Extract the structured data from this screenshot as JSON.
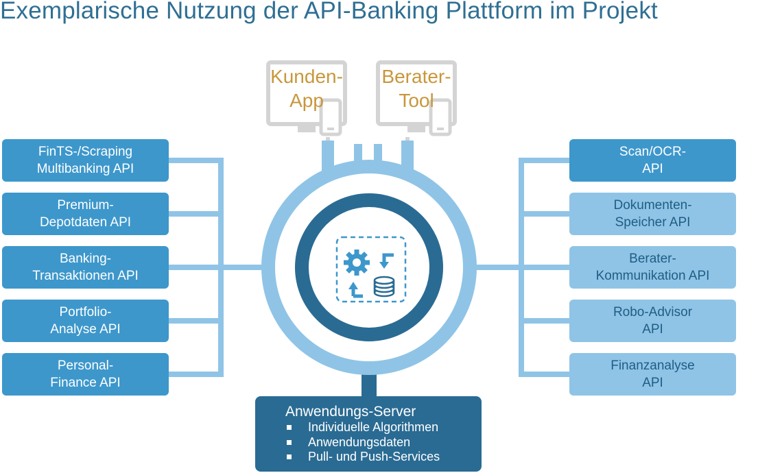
{
  "title": "Exemplarische Nutzung der API-Banking Plattform im Projekt",
  "clients": [
    {
      "line1": "Kunden-",
      "line2": "App",
      "icon": "monitor-phone-icon"
    },
    {
      "line1": "Berater-",
      "line2": "Tool",
      "icon": "monitor-phone-icon"
    }
  ],
  "left_apis": [
    {
      "line1": "FinTS-/Scraping",
      "line2": "Multibanking API"
    },
    {
      "line1": "Premium-",
      "line2": "Depotdaten API"
    },
    {
      "line1": "Banking-",
      "line2": "Transaktionen API"
    },
    {
      "line1": "Portfolio-",
      "line2": "Analyse API"
    },
    {
      "line1": "Personal-",
      "line2": "Finance API"
    }
  ],
  "right_apis": [
    {
      "line1": "Scan/OCR-",
      "line2": "API"
    },
    {
      "line1": "Dokumenten-",
      "line2": "Speicher API"
    },
    {
      "line1": "Berater-",
      "line2": "Kommunikation API"
    },
    {
      "line1": "Robo-Advisor",
      "line2": "API"
    },
    {
      "line1": "Finanzanalyse",
      "line2": "API"
    }
  ],
  "hub": {
    "icon": "gear-database-sync-icon"
  },
  "server": {
    "title": "Anwendungs-Server",
    "items": [
      "Individuelle Algorithmen",
      "Anwendungsdaten",
      "Pull- und Push-Services"
    ]
  },
  "colors": {
    "title": "#2f6f93",
    "dark_blue": "#2a6b93",
    "mid_blue": "#3d97cb",
    "light_blue": "#8fc4e6",
    "client_label": "#c8973c",
    "device_gray": "#d4d4d4"
  }
}
